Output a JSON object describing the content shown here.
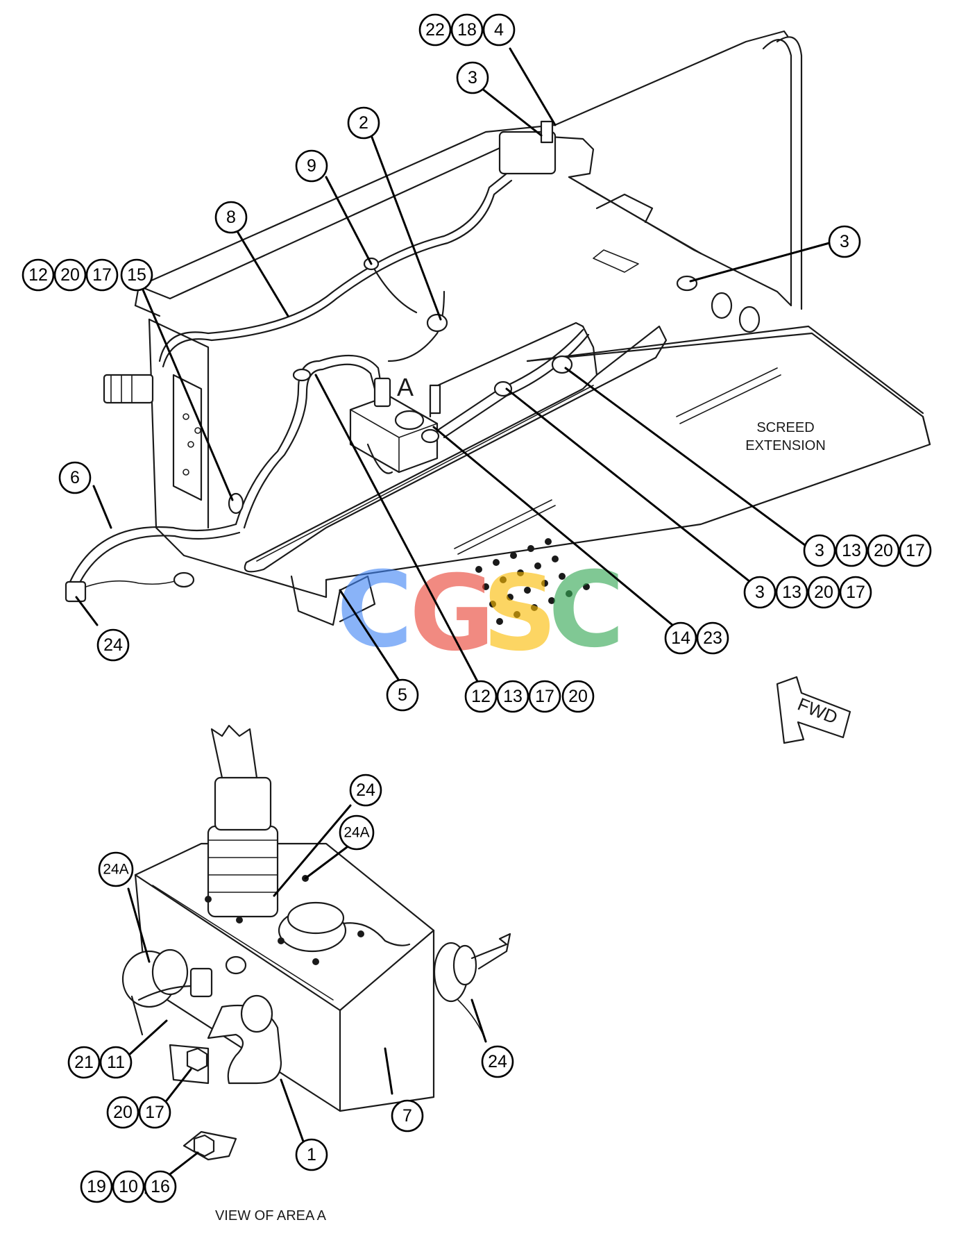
{
  "labels": {
    "area_marker": "A",
    "screed_line1": "SCREED",
    "screed_line2": "EXTENSION",
    "fwd": "FWD",
    "view_caption": "VIEW OF AREA A"
  },
  "watermark": {
    "letters": [
      "C",
      "G",
      "S",
      "C"
    ],
    "colors": [
      "#4285F4",
      "#EA4335",
      "#FBBC05",
      "#34A853"
    ]
  },
  "callouts": {
    "c22": "22",
    "c18": "18",
    "c4": "4",
    "c3a": "3",
    "c2": "2",
    "c9": "9",
    "c8": "8",
    "c12a": "12",
    "c20a": "20",
    "c17a": "17",
    "c15": "15",
    "c3b": "3",
    "c6": "6",
    "c24a": "24",
    "c3c": "3",
    "c13c": "13",
    "c20c": "20",
    "c17c": "17",
    "c3d": "3",
    "c13d": "13",
    "c20d": "20",
    "c17d": "17",
    "c14": "14",
    "c23": "23",
    "c5": "5",
    "c12e": "12",
    "c13e": "13",
    "c17e": "17",
    "c20e": "20",
    "d24": "24",
    "d24a1": "24A",
    "d24a2": "24A",
    "d21": "21",
    "d11": "11",
    "d24b": "24",
    "d20": "20",
    "d17": "17",
    "d7": "7",
    "d1": "1",
    "d19": "19",
    "d10": "10",
    "d16": "16"
  }
}
